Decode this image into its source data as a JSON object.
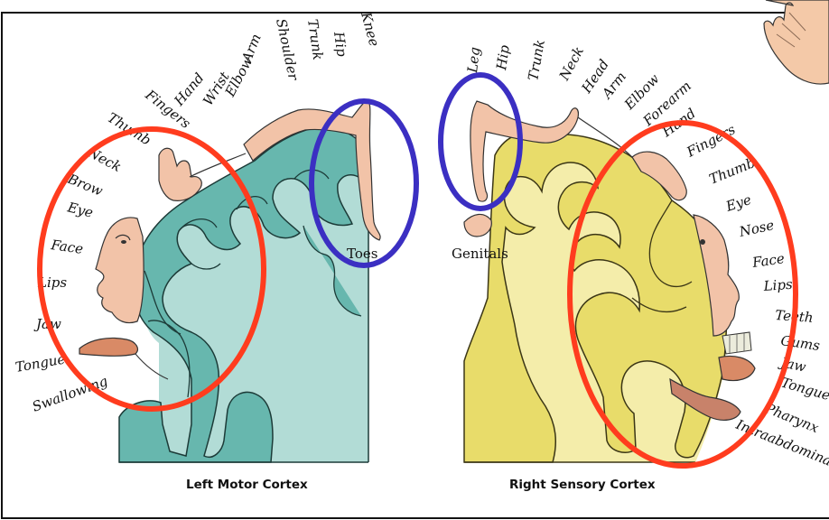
{
  "colors": {
    "motor_fill": "#67b7ae",
    "motor_light": "#b2dcd6",
    "sensory_fill": "#e8dc6a",
    "sensory_light": "#f4edaa",
    "skin": "#f2c3a8",
    "red_circle": "#ff3c1e",
    "blue_circle": "#3b2fc2"
  },
  "motor": {
    "caption": "Left Motor Cortex",
    "labels": [
      "Knee",
      "Hip",
      "Trunk",
      "Shoulder",
      "Arm",
      "Elbow",
      "Wrist",
      "Hand",
      "Fingers",
      "Thumb",
      "Neck",
      "Brow",
      "Eye",
      "Face",
      "Lips",
      "Jaw",
      "Tongue",
      "Swallowing"
    ],
    "toes_label": "Toes"
  },
  "sensory": {
    "caption": "Right Sensory Cortex",
    "labels": [
      "Leg",
      "Hip",
      "Trunk",
      "Neck",
      "Head",
      "Arm",
      "Elbow",
      "Forearm",
      "Hand",
      "Fingers",
      "Thumb",
      "Eye",
      "Nose",
      "Face",
      "Lips",
      "Teeth",
      "Gums",
      "Jaw",
      "Tongue",
      "Pharynx",
      "Intraabdominal"
    ],
    "genitals_label": "Genitals"
  }
}
